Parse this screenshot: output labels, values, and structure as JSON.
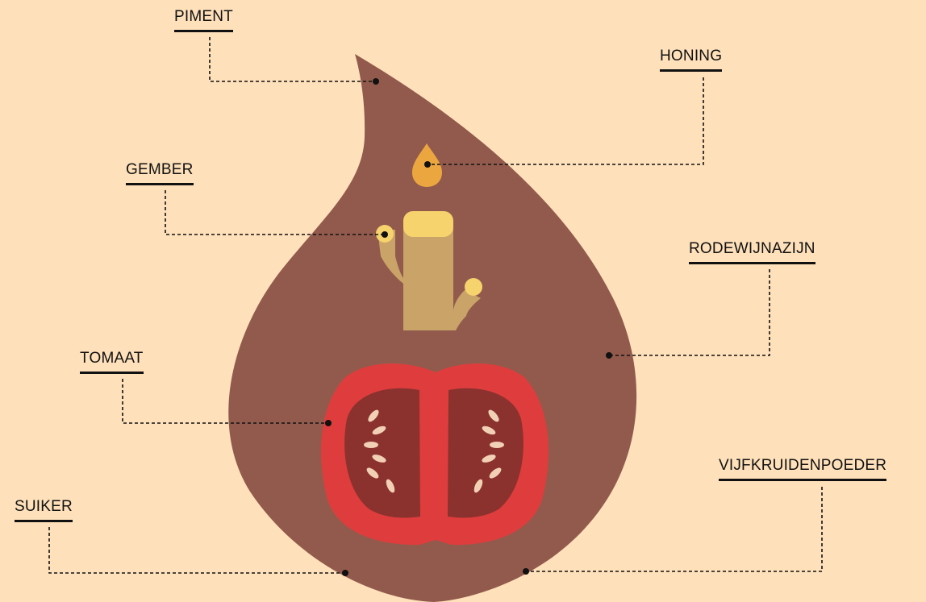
{
  "colors": {
    "background": "#fee0ba",
    "drop": "#925a4c",
    "tomato_outer": "#df3d3d",
    "tomato_inner": "#8b322e",
    "seed": "#f1d0b6",
    "ginger_body": "#c9a367",
    "ginger_tip": "#f6d36d",
    "honey": "#eba640",
    "leader": "#111111"
  },
  "labels": {
    "piment": "PIMENT",
    "honing": "HONING",
    "gember": "GEMBER",
    "rodewijnazijn": "RODEWIJNAZIJN",
    "tomaat": "TOMAAT",
    "vijfkruidenpoeder": "VIJFKRUIDENPOEDER",
    "suiker": "SUIKER"
  },
  "icons": [
    "spice-drop-icon",
    "honey-drop-icon",
    "ginger-root-icon",
    "tomato-half-icon"
  ]
}
